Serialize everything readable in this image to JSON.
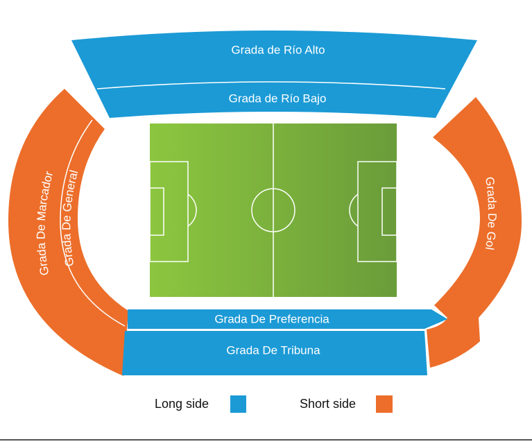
{
  "stands": {
    "rio_alto": "Grada de Río Alto",
    "rio_bajo": "Grada de Río Bajo",
    "marcador": "Grada De Marcador",
    "general": "Grada De General",
    "gol": "Grada De Gol",
    "preferencia": "Grada De Preferencia",
    "tribuna": "Grada De Tribuna"
  },
  "legend": {
    "long_side": {
      "label": "Long side",
      "color": "#1b9ad6"
    },
    "short_side": {
      "label": "Short side",
      "color": "#ec6e2a"
    }
  },
  "colors": {
    "long_side": "#1b9ad6",
    "short_side": "#ec6e2a",
    "pitch_light": "#8cc63f",
    "pitch_dark": "#6a9c3a"
  }
}
